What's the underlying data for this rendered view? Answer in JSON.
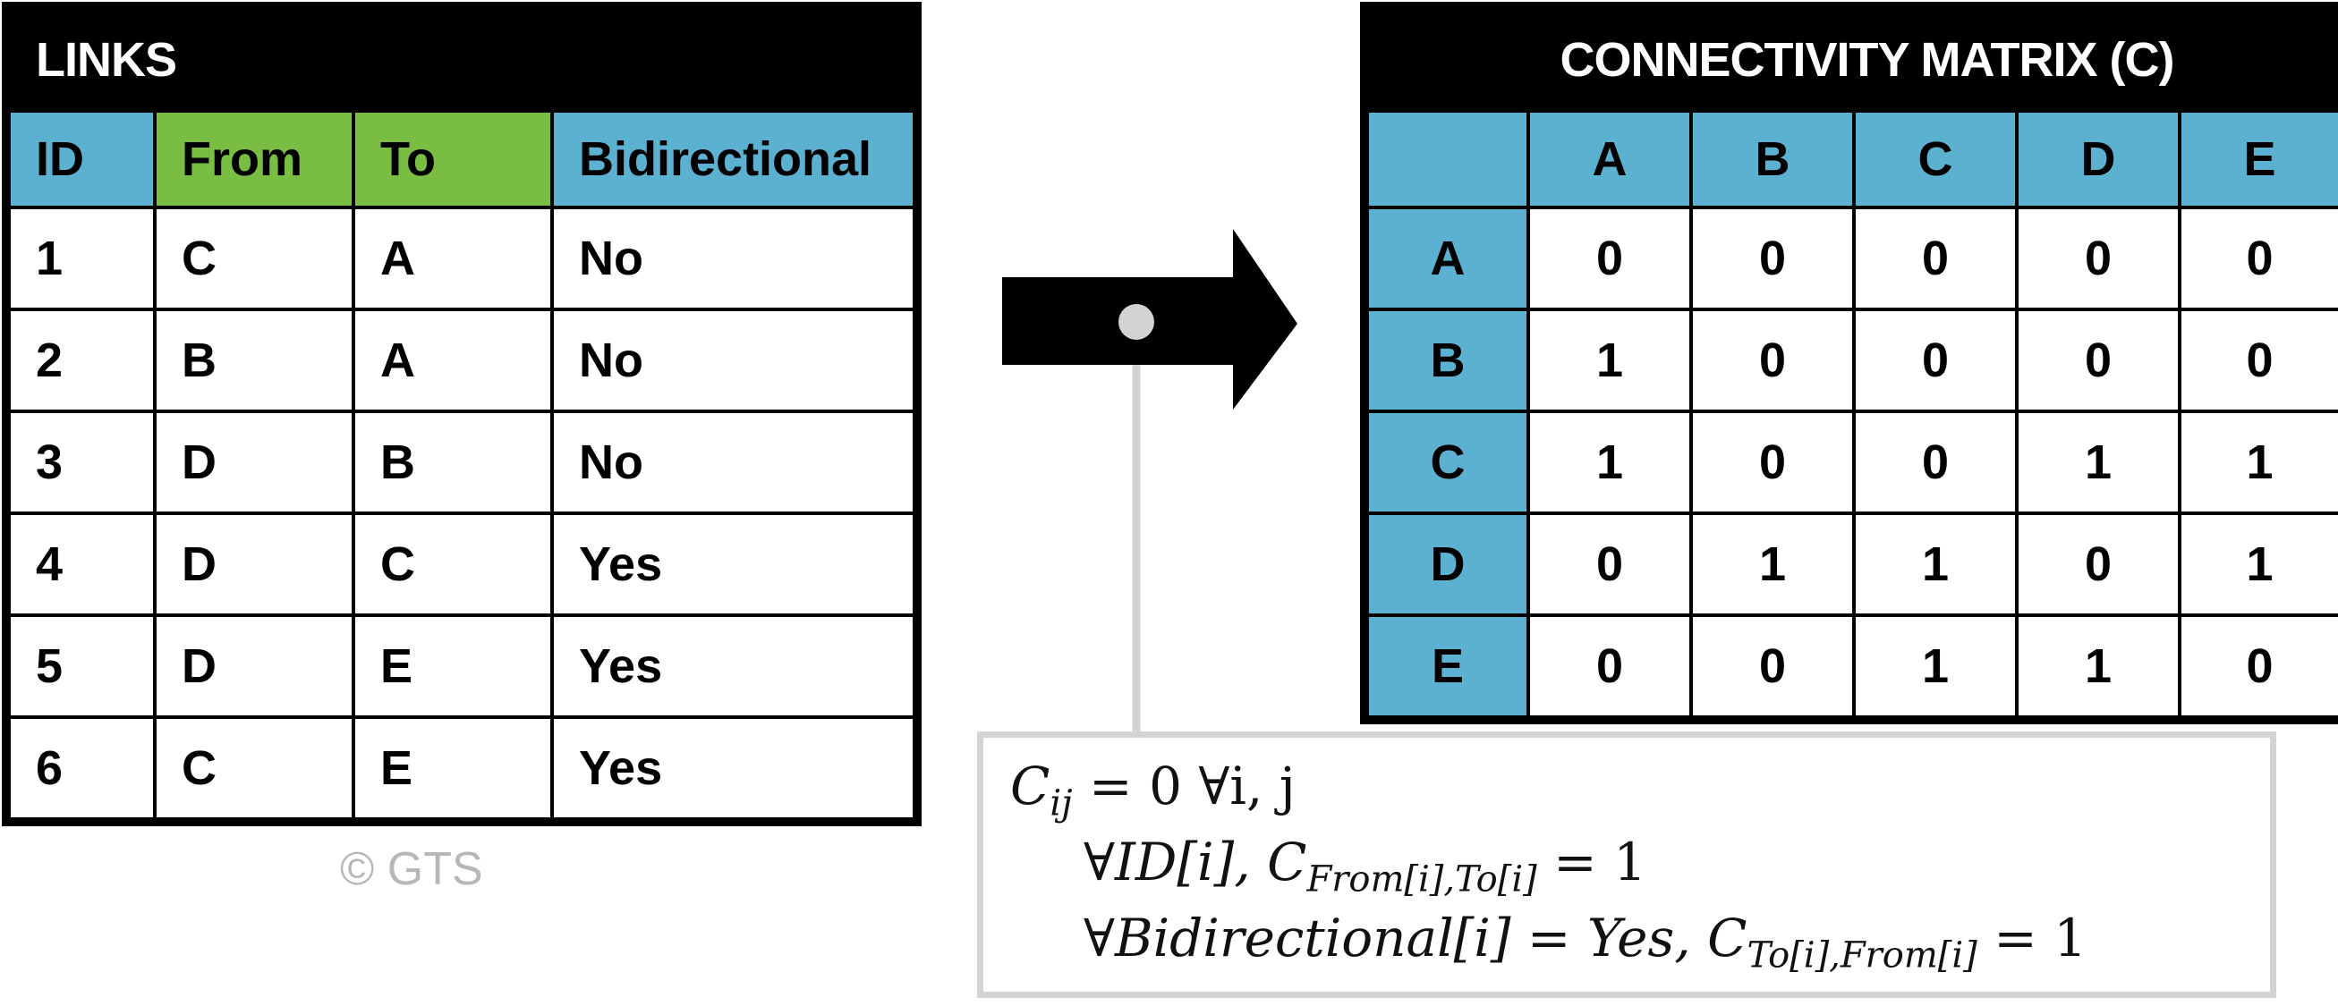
{
  "links_table": {
    "title": "LINKS",
    "headers": [
      "ID",
      "From",
      "To",
      "Bidirectional"
    ],
    "rows": [
      [
        "1",
        "C",
        "A",
        "No"
      ],
      [
        "2",
        "B",
        "A",
        "No"
      ],
      [
        "3",
        "D",
        "B",
        "No"
      ],
      [
        "4",
        "D",
        "C",
        "Yes"
      ],
      [
        "5",
        "D",
        "E",
        "Yes"
      ],
      [
        "6",
        "C",
        "E",
        "Yes"
      ]
    ]
  },
  "matrix_table": {
    "title": "CONNECTIVITY MATRIX (C)",
    "column_headers": [
      "A",
      "B",
      "C",
      "D",
      "E"
    ],
    "row_headers": [
      "A",
      "B",
      "C",
      "D",
      "E"
    ],
    "values": [
      [
        "0",
        "0",
        "0",
        "0",
        "0"
      ],
      [
        "1",
        "0",
        "0",
        "0",
        "0"
      ],
      [
        "1",
        "0",
        "0",
        "1",
        "1"
      ],
      [
        "0",
        "1",
        "1",
        "0",
        "1"
      ],
      [
        "0",
        "0",
        "1",
        "1",
        "0"
      ]
    ]
  },
  "copyright": "© GTS",
  "formula": {
    "line1": {
      "lhs": "C",
      "sub": "ij",
      "rhs": " = 0 ∀i, j"
    },
    "line2": {
      "prefix": "∀ID[i], C",
      "sub": "From[i],To[i]",
      "rhs": " = 1"
    },
    "line3": {
      "prefix": "∀Bidirectional[i] = Yes, C",
      "sub": "To[i],From[i]",
      "rhs": " = 1"
    }
  },
  "colors": {
    "header_blue": "#5cb1d1",
    "header_green": "#79bd42",
    "title_black": "#000000",
    "connector_gray": "#d3d3d3"
  }
}
